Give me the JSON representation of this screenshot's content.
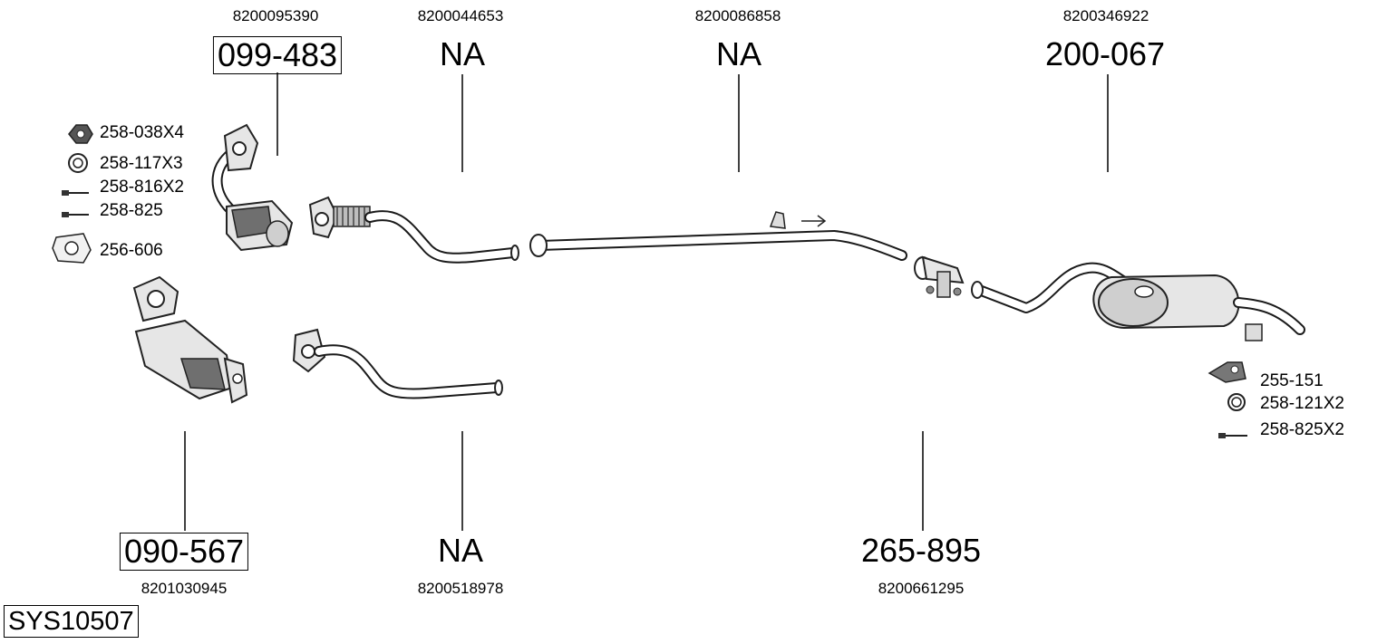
{
  "system_id": "SYS10507",
  "parts": [
    {
      "oem": "8200095390",
      "number": "099-483",
      "boxed": true
    },
    {
      "oem": "8200044653",
      "number": "NA",
      "boxed": false
    },
    {
      "oem": "8200086858",
      "number": "NA",
      "boxed": false
    },
    {
      "oem": "8200346922",
      "number": "200-067",
      "boxed": false
    },
    {
      "oem": "8201030945",
      "number": "090-567",
      "boxed": true
    },
    {
      "oem": "8200518978",
      "number": "NA",
      "boxed": false
    },
    {
      "oem": "8200661295",
      "number": "265-895",
      "boxed": false
    }
  ],
  "accessories_left": [
    {
      "label": "258-038X4",
      "icon": "nut-icon"
    },
    {
      "label": "258-117X3",
      "icon": "ring-gasket-icon"
    },
    {
      "label": "258-816X2",
      "icon": "bolt-icon"
    },
    {
      "label": "258-825",
      "icon": "bolt-icon"
    },
    {
      "label": "256-606",
      "icon": "flange-gasket-icon"
    }
  ],
  "accessories_right": [
    {
      "label": "255-151",
      "icon": "mounting-bracket-icon"
    },
    {
      "label": "258-121X2",
      "icon": "ring-gasket-icon"
    },
    {
      "label": "258-825X2",
      "icon": "bolt-icon"
    }
  ]
}
